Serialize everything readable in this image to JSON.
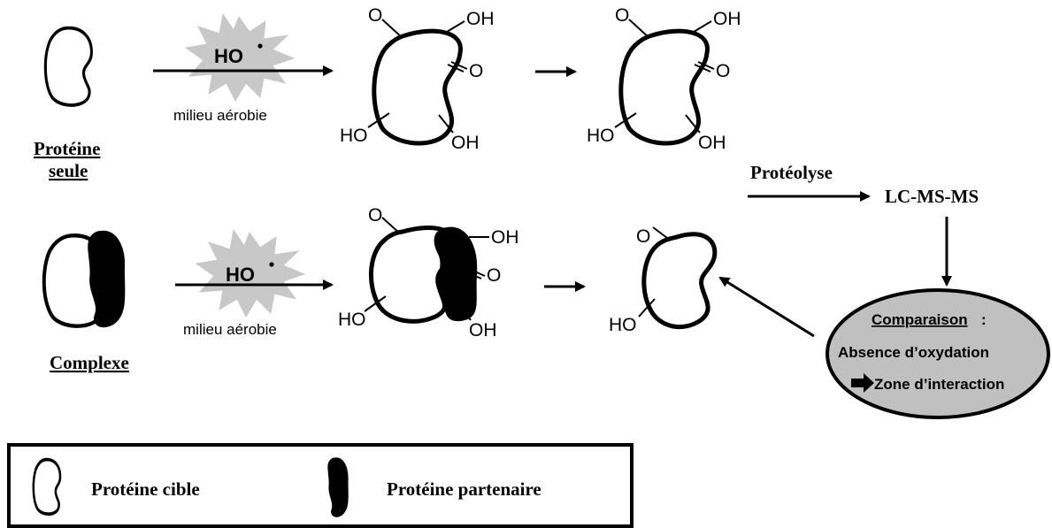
{
  "labels": {
    "protein_alone_line1": "Protéine",
    "protein_alone_line2": "seule",
    "complex": "Complexe"
  },
  "radical": "HO",
  "condition": "milieu aérobie",
  "chem": {
    "O": "O",
    "OH": "OH",
    "HO": "HO"
  },
  "steps": {
    "proteolysis": "Protéolyse",
    "analysis": "LC-MS-MS"
  },
  "comparison": {
    "title": "Comparaison",
    "colon": ":",
    "line1": "Absence d’oxydation",
    "line2": "Zone d’interaction"
  },
  "legend": {
    "target": "Protéine cible",
    "partner": "Protéine partenaire"
  },
  "colors": {
    "stroke": "#000000",
    "starburst": "#c8c8c8",
    "comparison_fill": "#c0c0c0"
  }
}
